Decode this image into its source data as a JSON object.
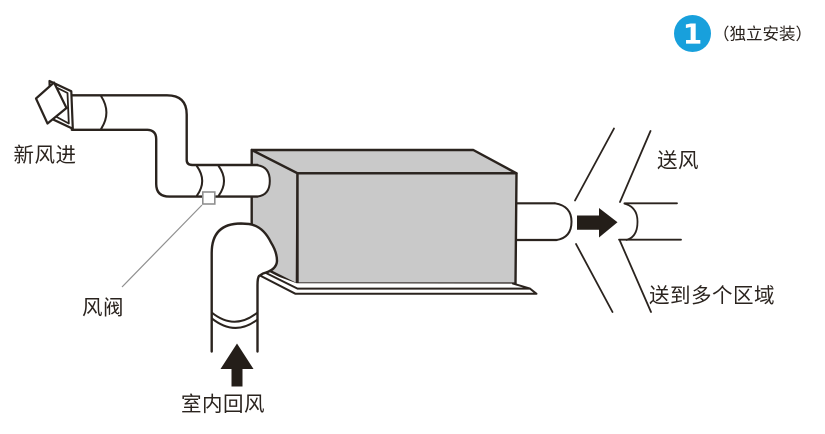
{
  "page": {
    "badge": {
      "number": "1",
      "caption": "（独立安装）"
    },
    "labels": {
      "fresh_air_in": "新风进",
      "damper": "风阀",
      "supply_air": "送风",
      "supply_to_zones": "送到多个区域",
      "indoor_return_air": "室内回风"
    },
    "colors": {
      "badge_blue": "#18a0dc",
      "unit_gray": "#c9c9c9",
      "outline": "#2a231e",
      "arrow_black": "#241e19",
      "leader_gray": "#8f8f8f"
    }
  }
}
